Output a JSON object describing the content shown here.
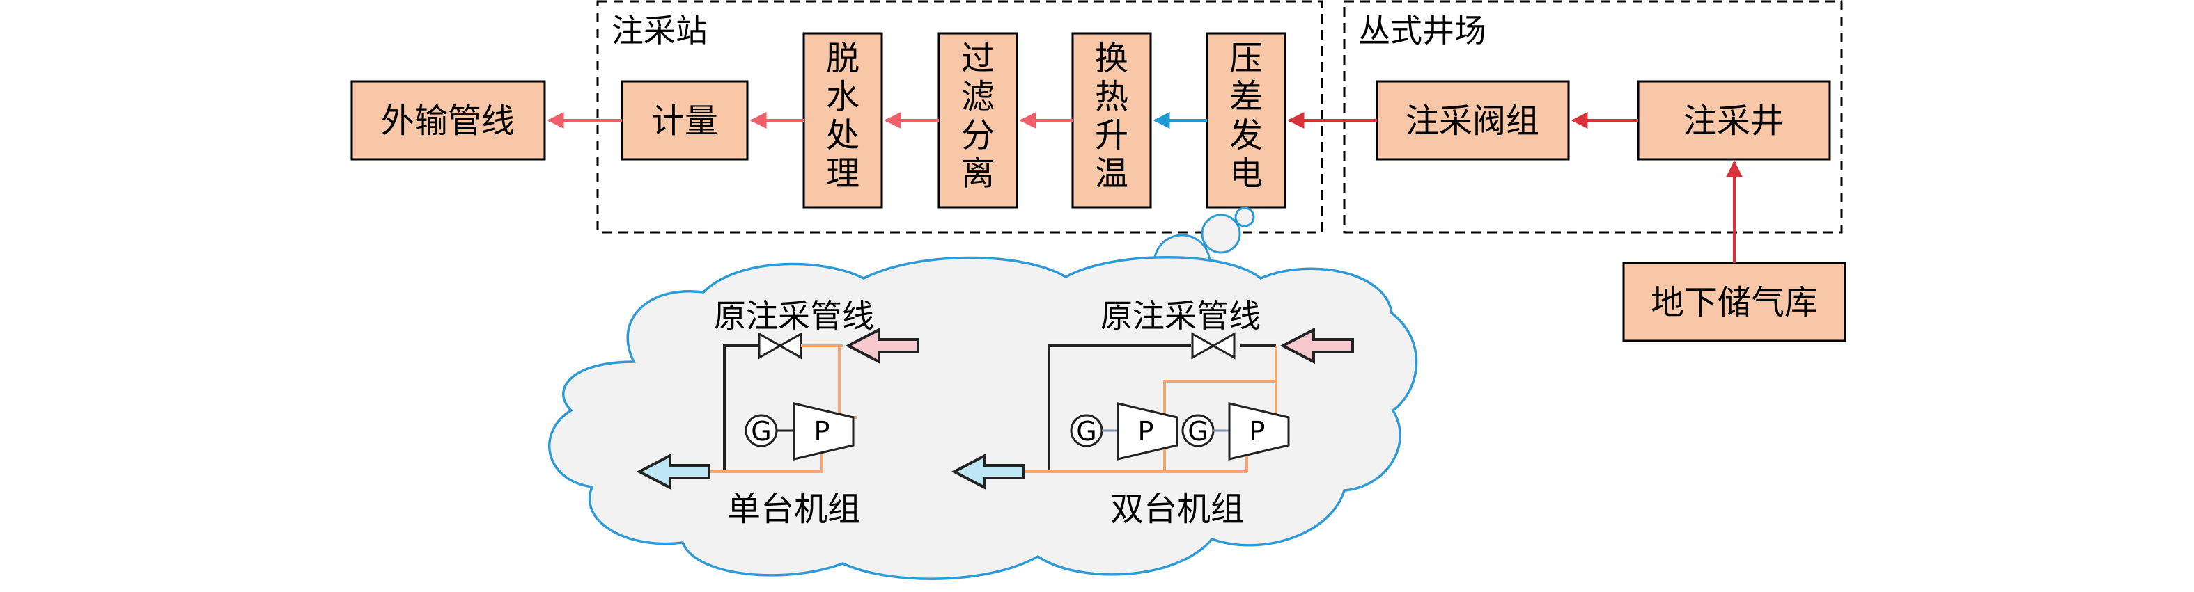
{
  "colors": {
    "box_fill": "#F7C7A8",
    "box_stroke": "#000000",
    "flow_red": "#D9323B",
    "flow_pink": "#F0606A",
    "flow_blue": "#1F9AD6",
    "cloud_stroke": "#2E9BD8",
    "cloud_fill": "#F2F2F2",
    "orange_pipe": "#F4A672",
    "arrow_pink_fill": "#F7C8CC",
    "arrow_blue_fill": "#BFE6F4"
  },
  "groups": {
    "station": "注采站",
    "wellsite": "丛式井场"
  },
  "boxes": {
    "export_pipeline": "外输管线",
    "metering": "计量",
    "dehydration": "脱水处理",
    "filter_separation": "过滤分离",
    "heat_exchange": "换热升温",
    "pressure_power": "压差发电",
    "valve_group": "注采阀组",
    "well": "注采井",
    "storage": "地下储气库"
  },
  "cloud": {
    "single": {
      "pipeline_label": "原注采管线",
      "unit_label": "单台机组",
      "generator": "G",
      "expander": "P"
    },
    "double": {
      "pipeline_label": "原注采管线",
      "unit_label": "双台机组",
      "generator1": "G",
      "expander1": "P",
      "generator2": "G",
      "expander2": "P"
    }
  }
}
